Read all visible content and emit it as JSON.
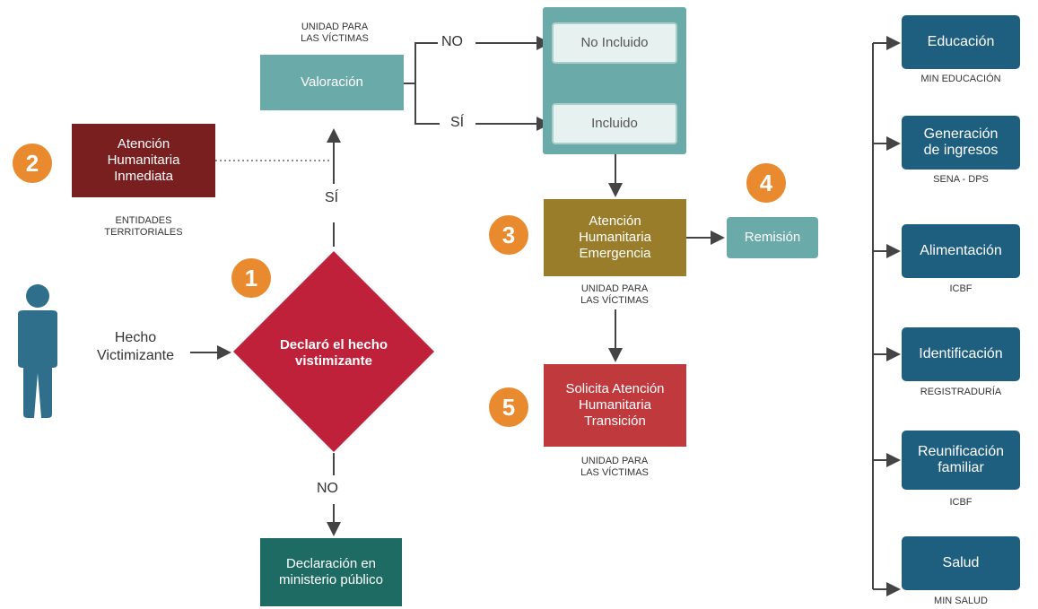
{
  "nodes": {
    "valoracion": "Valoración",
    "no_incluido": "No Incluido",
    "incluido": "Incluido",
    "atencion_inmediata": [
      "Atención",
      "Humanitaria",
      "Inmediata"
    ],
    "declaro": [
      "Declaró el hecho",
      "vistimizante"
    ],
    "declaracion_ministerio": [
      "Declaración en",
      "ministerio público"
    ],
    "atencion_emergencia": [
      "Atención",
      "Humanitaria",
      "Emergencia"
    ],
    "remision": "Remisión",
    "solicita_transicion": [
      "Solicita Atención",
      "Humanitaria",
      "Transición"
    ],
    "hecho_victimizante": [
      "Hecho",
      "Victimizante"
    ]
  },
  "labels": {
    "unidad_victimas_top": [
      "UNIDAD PARA",
      "LAS VÍCTIMAS"
    ],
    "entidades": [
      "ENTIDADES",
      "TERRITORIALES"
    ],
    "unidad_victimas_3": [
      "UNIDAD PARA",
      "LAS VÍCTIMAS"
    ],
    "unidad_victimas_5": [
      "UNIDAD PARA",
      "LAS VÍCTIMAS"
    ]
  },
  "edges": {
    "no_top": "NO",
    "si_right": "SÍ",
    "si_up": "SÍ",
    "no_down": "NO"
  },
  "step_numbers": [
    "1",
    "2",
    "3",
    "4",
    "5"
  ],
  "services": [
    {
      "name": [
        "Educación"
      ],
      "entity": "MIN EDUCACIÓN"
    },
    {
      "name": [
        "Generación",
        "de ingresos"
      ],
      "entity": "SENA - DPS"
    },
    {
      "name": [
        "Alimentación"
      ],
      "entity": "ICBF"
    },
    {
      "name": [
        "Identificación"
      ],
      "entity": "REGISTRADURÍA"
    },
    {
      "name": [
        "Reunificación",
        "familiar"
      ],
      "entity": "ICBF"
    },
    {
      "name": [
        "Salud"
      ],
      "entity": "MIN SALUD"
    }
  ],
  "colors": {
    "teal": "#6aaaa8",
    "dark_red": "#7a1f1f",
    "red": "#c0213a",
    "olive": "#9a7d2a",
    "transition_red": "#c0393d",
    "green": "#1d6b62",
    "blue": "#1e5f80",
    "orange": "#e88a2d",
    "person": "#2f6f8c"
  },
  "icons": {
    "person": "person-icon"
  }
}
